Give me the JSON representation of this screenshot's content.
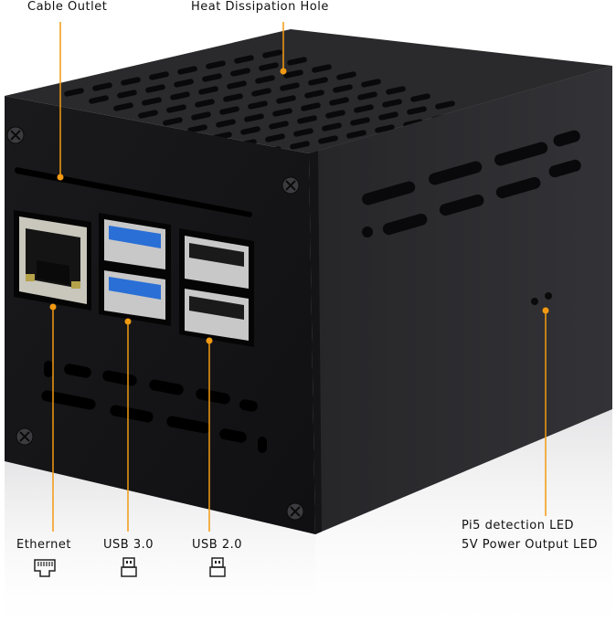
{
  "callouts": {
    "cable_outlet": "Cable Outlet",
    "heat_dissipation_hole": "Heat Dissipation Hole",
    "ethernet": "Ethernet",
    "usb3": "USB 3.0",
    "usb2": "USB 2.0",
    "led_line1": "Pi5 detection LED",
    "led_line2": "5V Power Output LED"
  },
  "icons": {
    "ethernet": "ethernet-port-icon",
    "usb3": "usb-connector-icon",
    "usb2": "usb-connector-icon"
  },
  "colors": {
    "leader_line": "#f29a12",
    "case_front": "#1c1c1e",
    "case_top": "#242426",
    "case_side": "#2a2a2d",
    "usb3_blue": "#2a6fd6",
    "background": "#ffffff"
  }
}
